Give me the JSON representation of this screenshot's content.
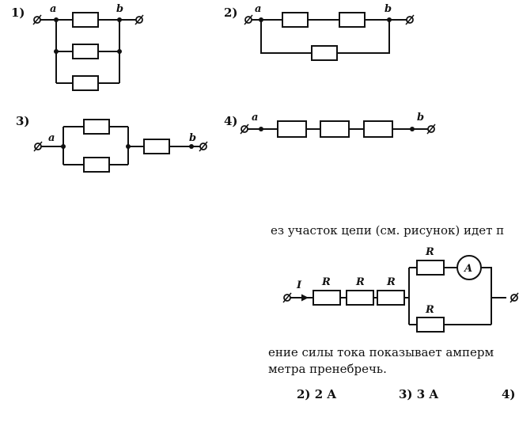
{
  "circuits": [
    {
      "number": "1)",
      "a": "a",
      "b": "b"
    },
    {
      "number": "2)",
      "a": "a",
      "b": "b"
    },
    {
      "number": "3)",
      "a": "a",
      "b": "b"
    },
    {
      "number": "4)",
      "a": "a",
      "b": "b"
    }
  ],
  "problem": {
    "line1": "ез участок цепи (см. рисунок) идет п",
    "current_label": "I",
    "r1": "R",
    "r2": "R",
    "r3": "R",
    "r_top": "R",
    "r_bottom": "R",
    "ammeter": "A",
    "line2": "ение силы тока показывает амперм",
    "line3": "метра пренебречь.",
    "options": [
      "2) 2 A",
      "3) 3 A",
      "4)"
    ]
  }
}
